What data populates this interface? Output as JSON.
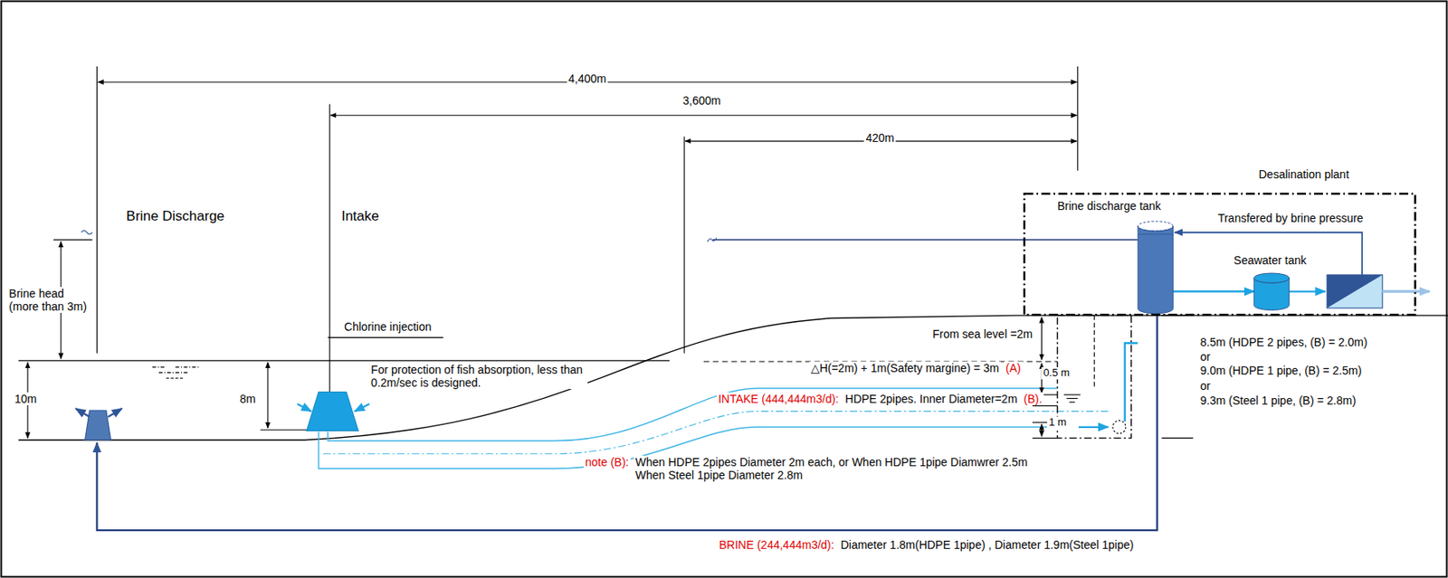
{
  "diagram": {
    "nodes": [
      {
        "text": [
          "Desalination plant"
        ]
      },
      {
        "text": [
          "Brine discharge tank"
        ],
        "in": 0
      },
      {
        "text": [
          "Seawater tank"
        ],
        "in": 0
      }
    ],
    "edges": [
      {
        "from": 1,
        "to": 2,
        "arrow": "to"
      }
    ],
    "labels": [
      "4,400m",
      "3,600m",
      "420m",
      "Brine Discharge",
      "Intake",
      "Brine head (more than 3m)",
      "10m",
      "8m",
      "Chlorine injection",
      "For protection of fish absorption, less than 0.2m/sec is designed.",
      "Transfered by brine pressure",
      "From sea level =2m",
      "△H(=2m) + 1m(Safety margine) = 3m",
      "(A)",
      "0.5 m",
      "INTAKE (444,444m3/d):",
      "HDPE 2pipes. Inner Diameter=2m",
      "(B).",
      "1 m",
      "note (B):",
      "When HDPE 2pipes Diameter 2m each, or When HDPE 1pipe Diamwrer 2.5m When Steel 1pipe Diameter 2.8m",
      "BRINE (244,444m3/d):",
      "Diameter 1.8m(HDPE 1pipe) , Diameter 1.9m(Steel 1pipe)",
      "8.5m (HDPE 2 pipes, (B) = 2.0m)",
      "or",
      "9.0m (HDPE 1 pipe, (B) = 2.5m)",
      "or",
      "9.3m (Steel 1 pipe, (B) = 2.8m)"
    ]
  }
}
